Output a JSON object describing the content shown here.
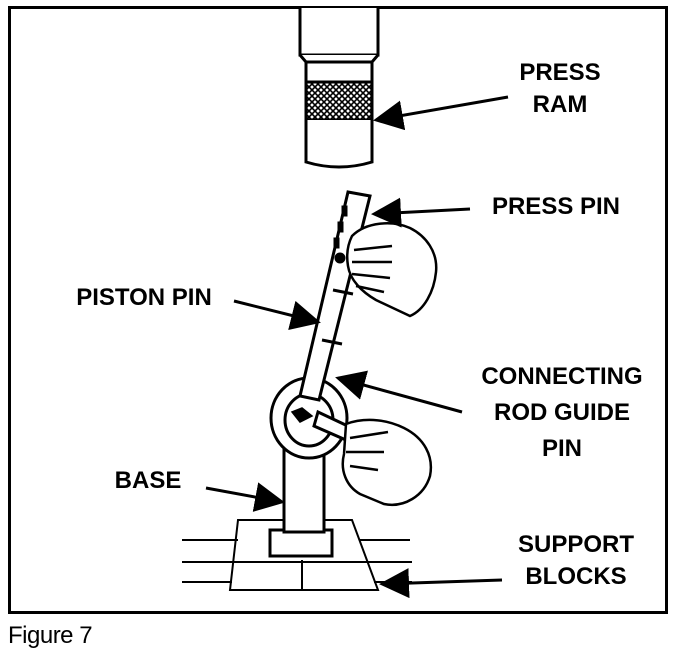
{
  "labels": {
    "press_ram": [
      "PRESS",
      "RAM"
    ],
    "press_pin": "PRESS PIN",
    "piston_pin": "PISTON PIN",
    "connecting_rod_guide_pin": [
      "CONNECTING",
      "ROD GUIDE",
      "PIN"
    ],
    "base": "BASE",
    "support_blocks": [
      "SUPPORT",
      "BLOCKS"
    ]
  },
  "caption": "Figure 7"
}
